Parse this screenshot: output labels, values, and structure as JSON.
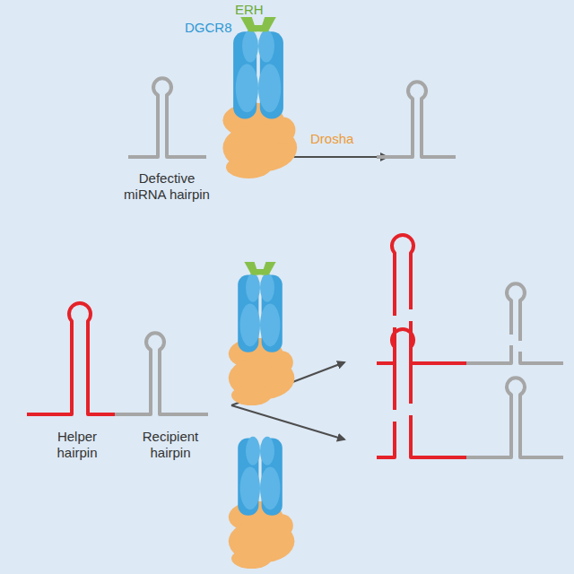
{
  "diagram": {
    "labels": [
      "ERH",
      "DGCR8",
      "Drosha",
      "Defective miRNA hairpin",
      "Helper hairpin",
      "Recipient hairpin"
    ]
  }
}
